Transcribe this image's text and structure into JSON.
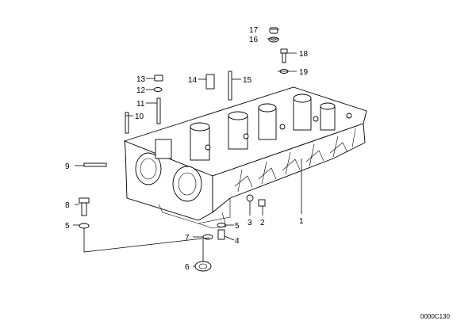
{
  "diagram": {
    "document_number": "0000C130",
    "callouts": [
      {
        "id": "c1",
        "label": "1"
      },
      {
        "id": "c2",
        "label": "2"
      },
      {
        "id": "c3",
        "label": "3"
      },
      {
        "id": "c4",
        "label": "4"
      },
      {
        "id": "c5r",
        "label": "5"
      },
      {
        "id": "c5l",
        "label": "5"
      },
      {
        "id": "c6",
        "label": "6"
      },
      {
        "id": "c7",
        "label": "7"
      },
      {
        "id": "c8",
        "label": "8"
      },
      {
        "id": "c9",
        "label": "9"
      },
      {
        "id": "c10",
        "label": "10"
      },
      {
        "id": "c11",
        "label": "11"
      },
      {
        "id": "c12",
        "label": "12"
      },
      {
        "id": "c13",
        "label": "13"
      },
      {
        "id": "c14",
        "label": "14"
      },
      {
        "id": "c15",
        "label": "15"
      },
      {
        "id": "c16",
        "label": "16"
      },
      {
        "id": "c17",
        "label": "17"
      },
      {
        "id": "c18",
        "label": "18"
      },
      {
        "id": "c19",
        "label": "19"
      }
    ]
  }
}
